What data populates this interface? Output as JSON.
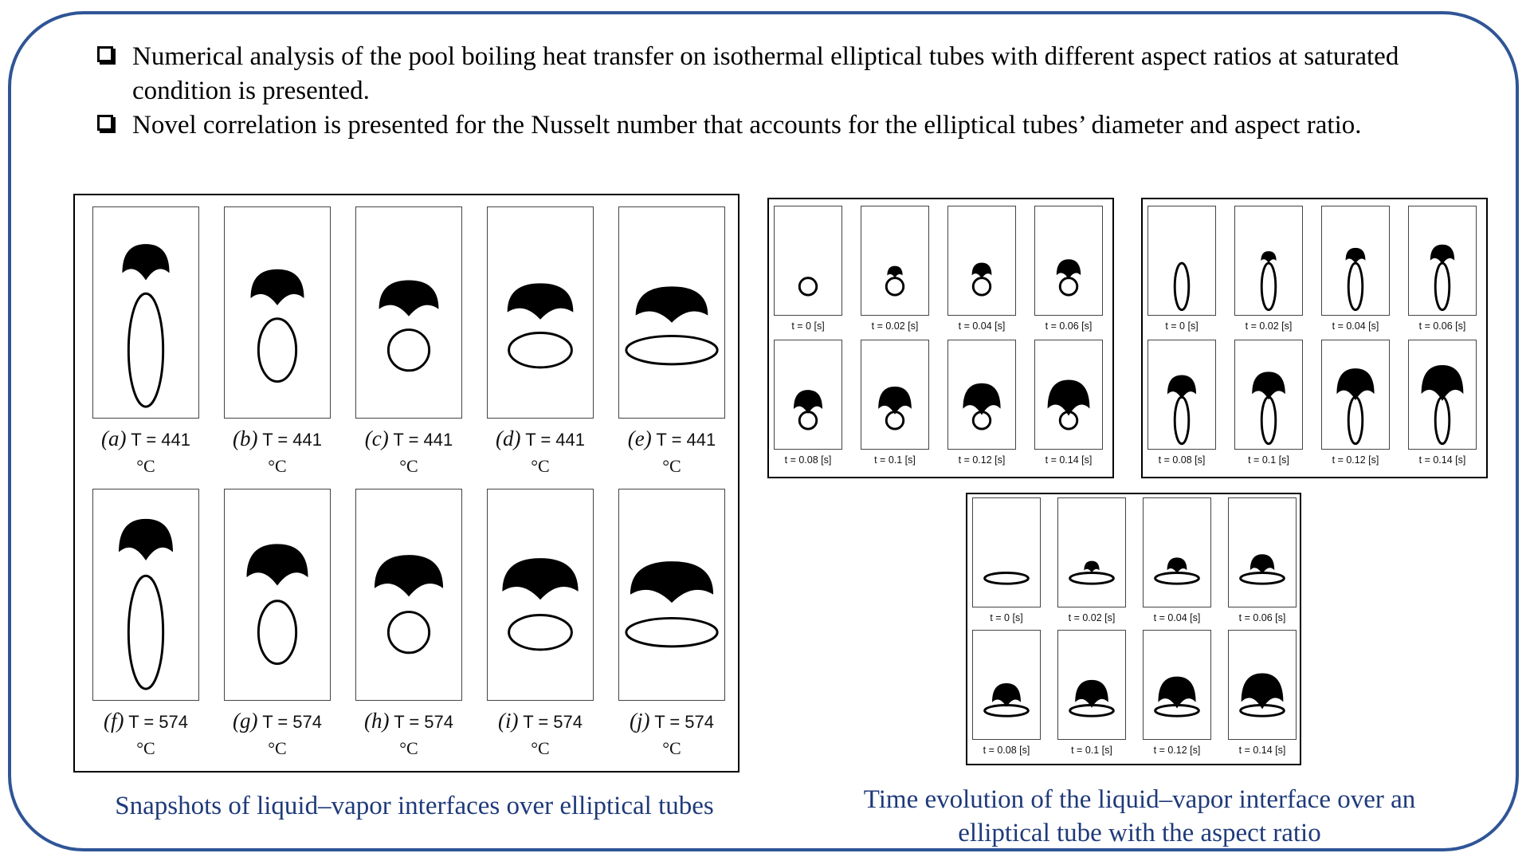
{
  "bullets": [
    "Numerical analysis of the pool boiling heat transfer on isothermal elliptical tubes with different aspect ratios at saturated condition is presented.",
    "Novel correlation is presented for the Nusselt number that accounts for the elliptical tubes’ diameter and aspect ratio."
  ],
  "panel_left": {
    "snapshots": [
      {
        "letter": "(a)",
        "temp": "T = 441",
        "unit": "°C"
      },
      {
        "letter": "(b)",
        "temp": "T = 441",
        "unit": "°C"
      },
      {
        "letter": "(c)",
        "temp": "T = 441",
        "unit": "°C"
      },
      {
        "letter": "(d)",
        "temp": "T = 441",
        "unit": "°C"
      },
      {
        "letter": "(e)",
        "temp": "T = 441",
        "unit": "°C"
      },
      {
        "letter": "(f)",
        "temp": "T = 574",
        "unit": "°C"
      },
      {
        "letter": "(g)",
        "temp": "T = 574",
        "unit": "°C"
      },
      {
        "letter": "(h)",
        "temp": "T = 574",
        "unit": "°C"
      },
      {
        "letter": "(i)",
        "temp": "T = 574",
        "unit": "°C"
      },
      {
        "letter": "(j)",
        "temp": "T = 574",
        "unit": "°C"
      }
    ]
  },
  "time_labels": [
    "t = 0 [s]",
    "t = 0.02 [s]",
    "t = 0.04 [s]",
    "t = 0.06 [s]",
    "t = 0.08 [s]",
    "t = 0.1 [s]",
    "t = 0.12 [s]",
    "t = 0.14 [s]"
  ],
  "captions": {
    "left": "Snapshots of liquid–vapor interfaces over elliptical tubes",
    "right": "Time evolution of the liquid–vapor interface over an elliptical tube with the aspect ratio"
  },
  "colors": {
    "frame": "#2F5597",
    "caption": "#1F3A7A"
  }
}
